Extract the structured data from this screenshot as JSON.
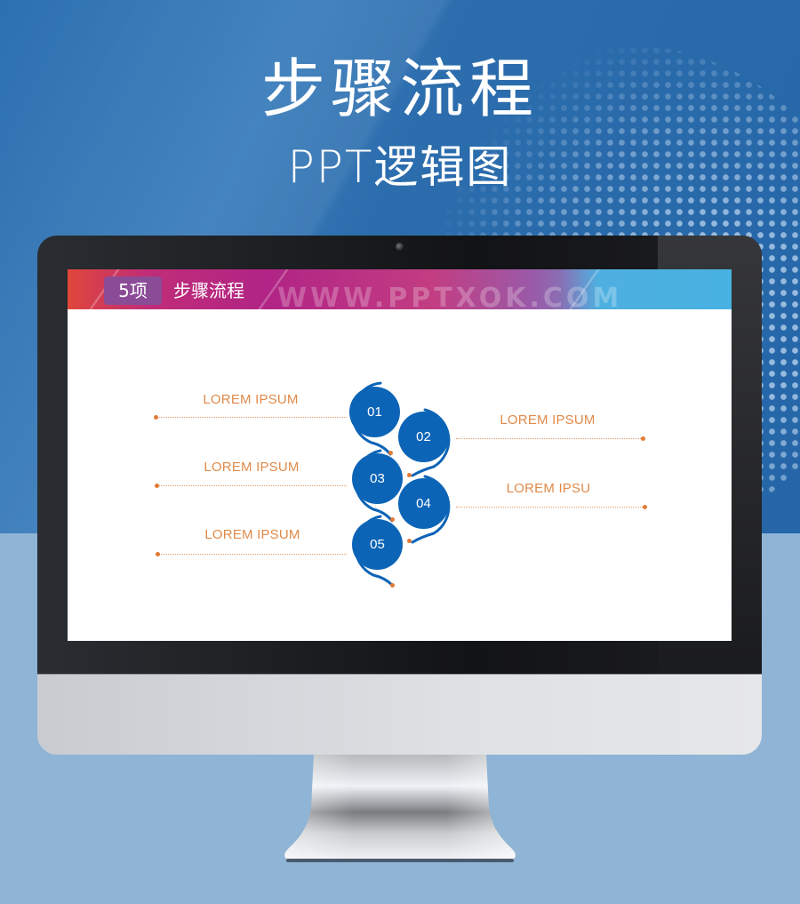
{
  "banner": {
    "title": "步骤流程",
    "subtitle": "PPT逻辑图"
  },
  "slide": {
    "badge": "5项",
    "title": "步骤流程",
    "watermark": "WWW.PPTXOK.COM",
    "steps": [
      {
        "number": "01",
        "label": "LOREM IPSUM",
        "side": "left"
      },
      {
        "number": "02",
        "label": "LOREM IPSUM",
        "side": "right"
      },
      {
        "number": "03",
        "label": "LOREM IPSUM",
        "side": "left"
      },
      {
        "number": "04",
        "label": "LOREM IPSU",
        "side": "right"
      },
      {
        "number": "05",
        "label": "LOREM IPSUM",
        "side": "left"
      }
    ]
  },
  "colors": {
    "background_top": "#2566a8",
    "background_bottom": "#8fb4d6",
    "step_circle": "#0c64b6",
    "accent_orange": "#e17a35",
    "label_orange": "#e08a4a",
    "badge": "#8a4c96"
  },
  "icons": {
    "webcam": "webcam-icon"
  }
}
